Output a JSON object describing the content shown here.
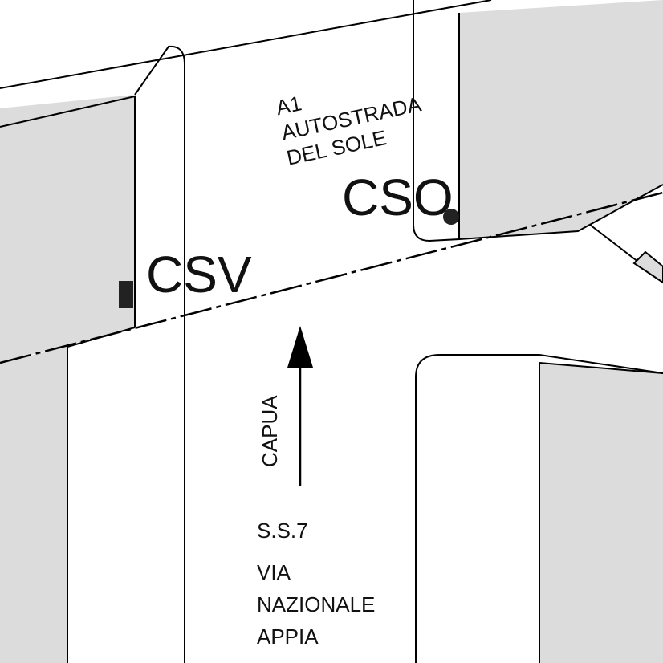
{
  "map": {
    "colors": {
      "block_fill": "#dcdcdc",
      "line": "#000000",
      "background": "#ffffff"
    },
    "labels": {
      "motorway_line1": "A1",
      "motorway_line2": "AUTOSTRADA",
      "motorway_line3": "DEL SOLE",
      "site_cso": "CSO",
      "site_csv": "CSV",
      "direction": "CAPUA",
      "road_code": "S.S.7",
      "road_name_line1": "VIA",
      "road_name_line2": "NAZIONALE",
      "road_name_line3": "APPIA"
    },
    "markers": {
      "cso": "circle-marker",
      "csv": "square-marker",
      "direction": "arrow-up-icon"
    }
  }
}
